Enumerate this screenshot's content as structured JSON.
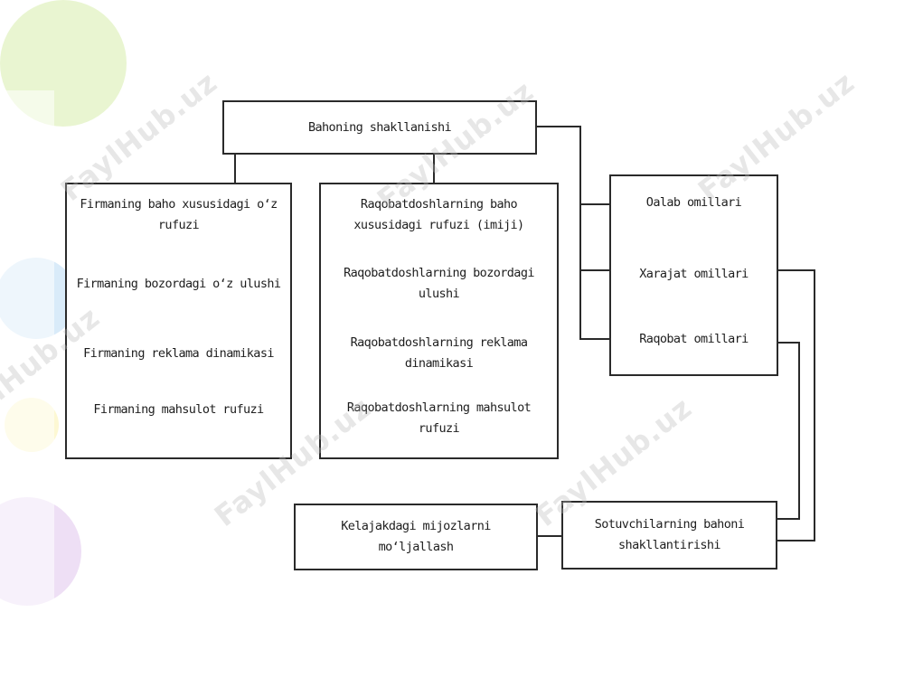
{
  "title": "Bahoning shakllanishi",
  "firm_column": [
    "Firmaning baho xususidagi o‘z rufuzi",
    "Firmaning bozordagi o‘z ulushi",
    "Firmaning reklama dinamikasi",
    "Firmaning mahsulot rufuzi"
  ],
  "competitor_column": [
    "Raqobatdoshlarning baho xususidagi rufuzi (imiji)",
    "Raqobatdoshlarning bozordagi ulushi",
    "Raqobatdoshlarning reklama dinamikasi",
    "Raqobatdoshlarning mahsulot rufuzi"
  ],
  "factors": [
    "Оalab omillari",
    "Xarajat omillari",
    "Raqobat omillari"
  ],
  "sellers": "Sotuvchilarning bahoni shakllantirishi",
  "future": "Kelajakdagi mijozlarni mo‘ljallash",
  "watermark": "FaylHub.uz"
}
